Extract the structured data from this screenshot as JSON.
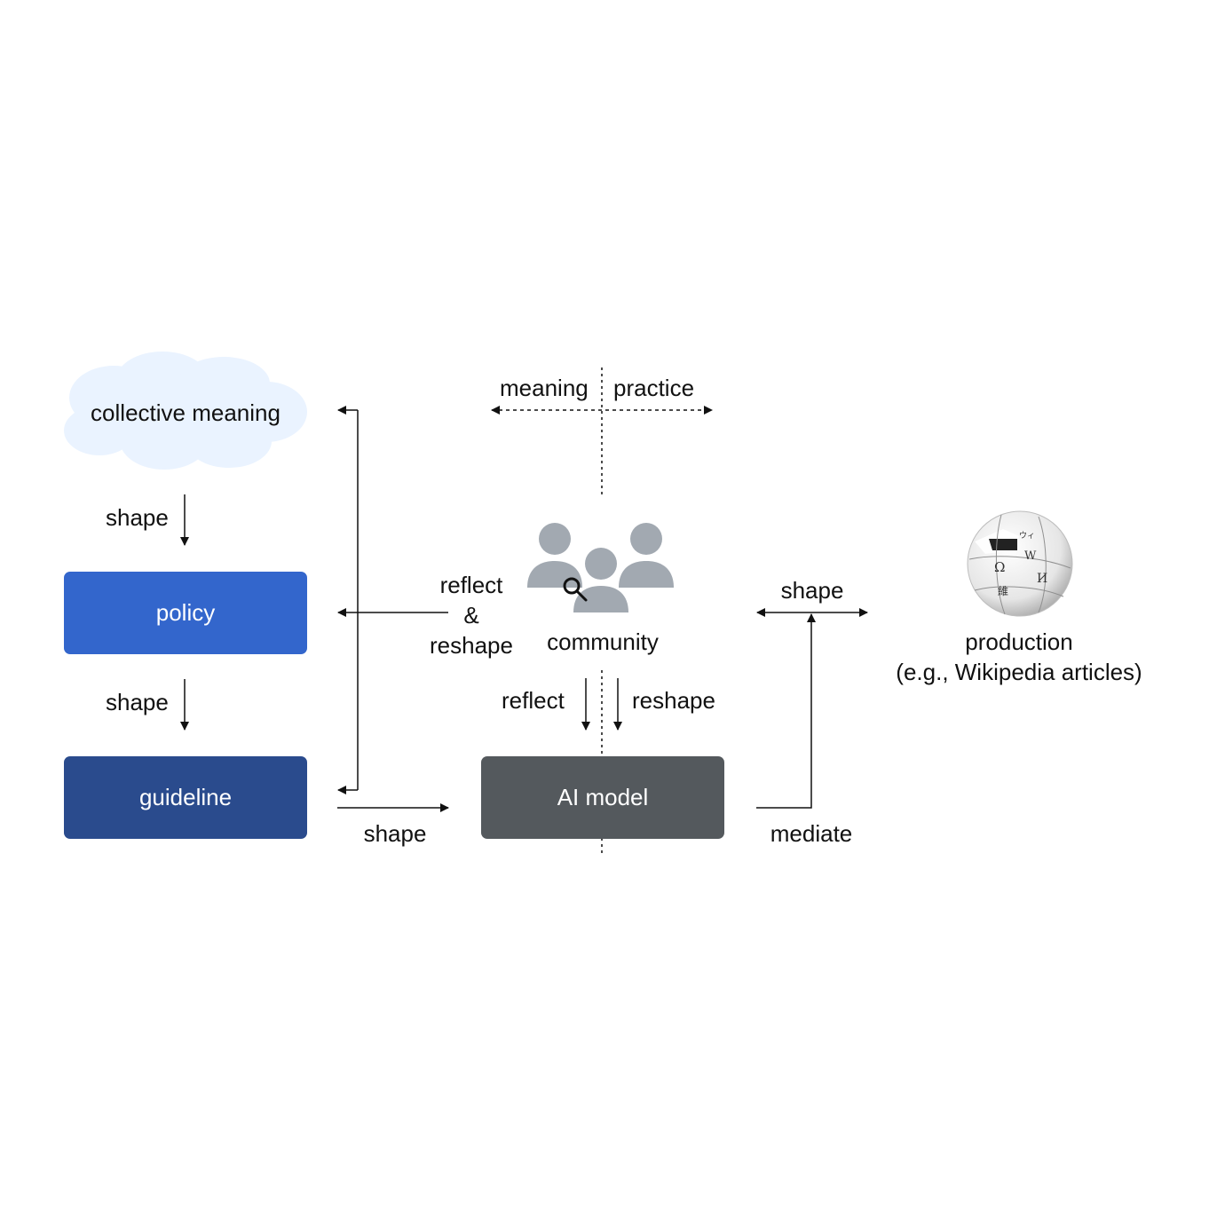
{
  "nodes": {
    "collective_meaning": "collective meaning",
    "policy": "policy",
    "guideline": "guideline",
    "ai_model": "AI model",
    "community": "community",
    "production": "production",
    "production_sub": "(e.g., Wikipedia articles)"
  },
  "edges": {
    "shape_1": "shape",
    "shape_2": "shape",
    "shape_3": "shape",
    "shape_4": "shape",
    "reflect_line1": "reflect",
    "reflect_amp": "&",
    "reflect_line2": "reshape",
    "reflect": "reflect",
    "reshape": "reshape",
    "mediate": "mediate"
  },
  "axis": {
    "meaning": "meaning",
    "practice": "practice"
  },
  "logo_glyphs": [
    "W",
    "Ω",
    "И",
    "維",
    "ウィ"
  ],
  "colors": {
    "policy": "#3366cc",
    "guideline": "#2a4b8d",
    "ai_model": "#54595d",
    "cloud": "#eaf3ff",
    "community_icon": "#a2a9b1"
  }
}
